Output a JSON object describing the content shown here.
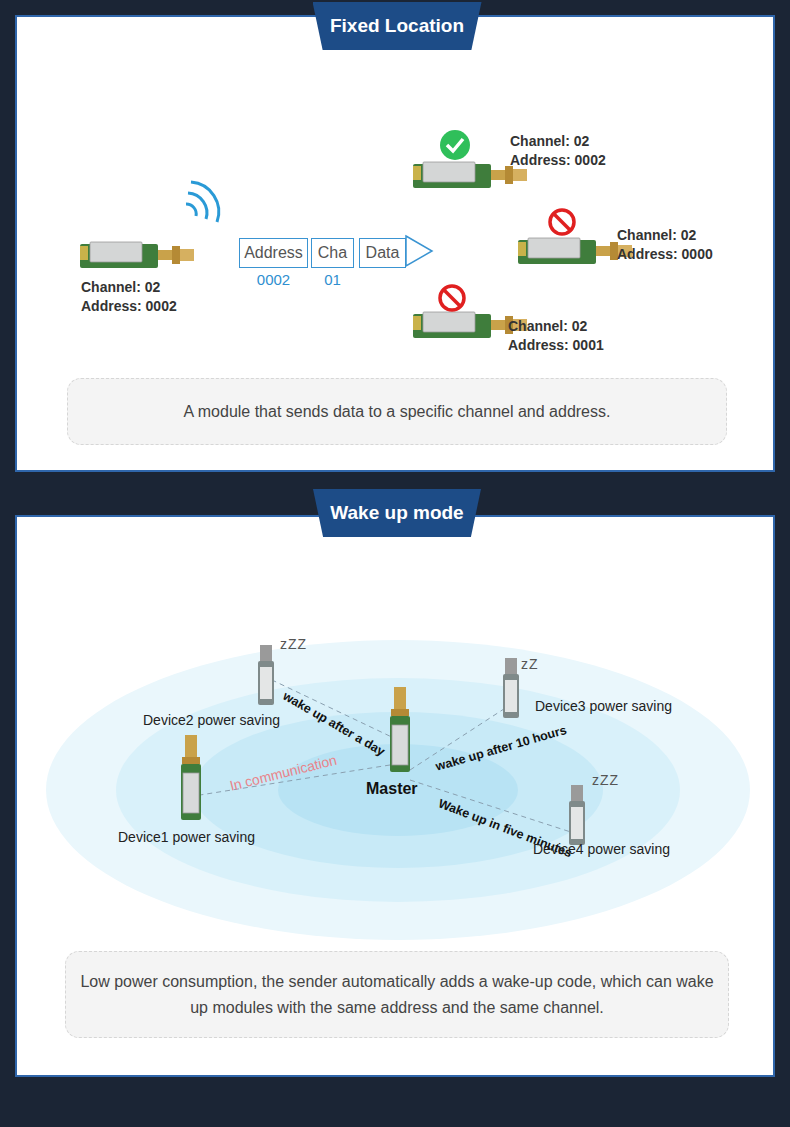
{
  "diagram": {
    "nodes": [
      {
        "text": [
          "Fixed Location"
        ]
      },
      {
        "text": [
          "Address",
          "0002"
        ],
        "in": 0
      },
      {
        "text": [
          "Cha",
          "01"
        ],
        "in": 0
      },
      {
        "text": [
          "Data"
        ],
        "in": 0
      },
      {
        "text": [
          "A module that sends data to a specific channel and address."
        ],
        "in": 0
      },
      {
        "text": [
          "Wake up mode"
        ]
      },
      {
        "text": [
          "Low power consumption, the sender automatically adds a wake-up code, which can wake up modules with the same address and the same channel."
        ],
        "in": 5
      }
    ],
    "labels": [
      "Channel: 02",
      "Address: 0002",
      "Channel: 02",
      "Address: 0000",
      "Channel: 02",
      "Address: 0002",
      "Channel: 02",
      "Address: 0001",
      "zZZ",
      "zZ",
      "Device2 power saving",
      "wake up after a day",
      "Device3 power saving",
      "wake up after 10 hours",
      "In communication",
      "Master",
      "zZZ",
      "Wake up in five minutes",
      "Device1 power saving",
      "Device4 power saving"
    ]
  }
}
